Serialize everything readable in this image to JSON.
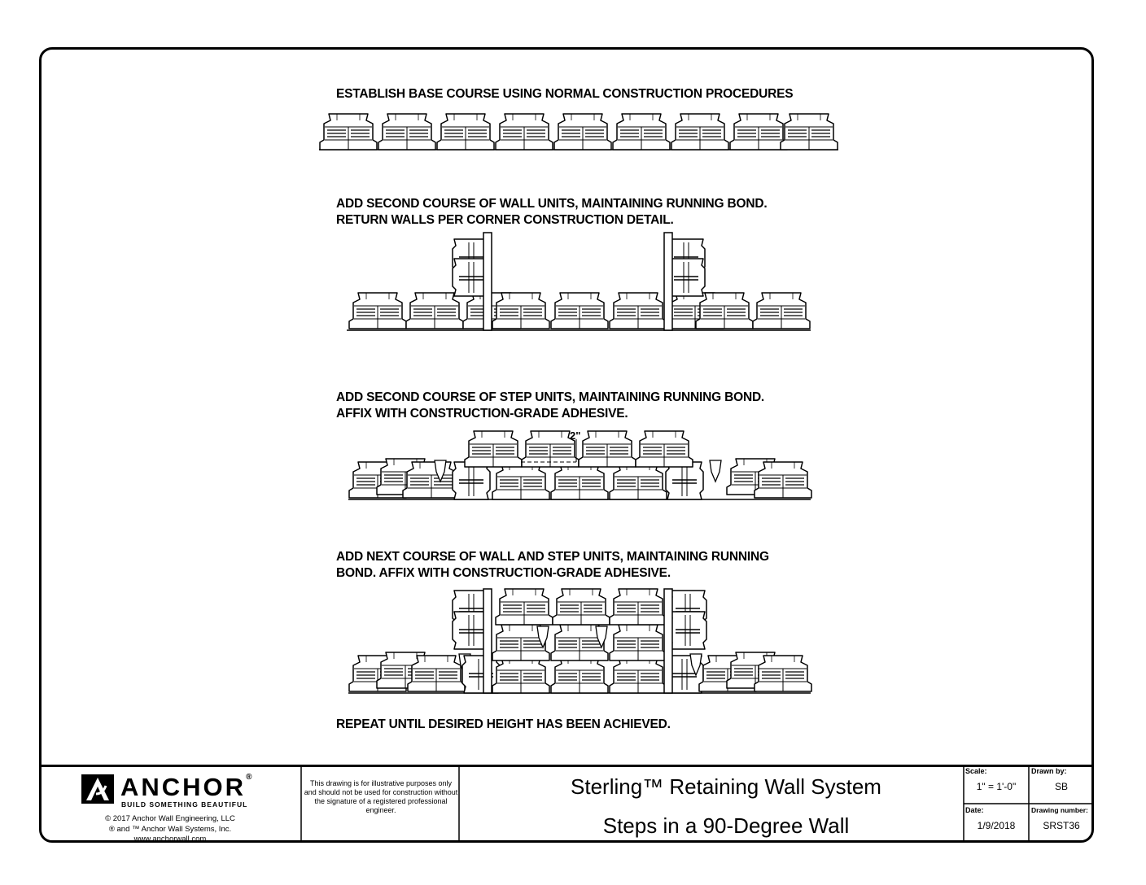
{
  "steps": [
    {
      "lines": [
        "ESTABLISH BASE COURSE USING NORMAL CONSTRUCTION PROCEDURES"
      ]
    },
    {
      "lines": [
        "ADD SECOND COURSE OF WALL UNITS, MAINTAINING RUNNING BOND.",
        "RETURN WALLS PER CORNER CONSTRUCTION DETAIL."
      ]
    },
    {
      "lines": [
        "ADD SECOND COURSE OF STEP UNITS, MAINTAINING RUNNING BOND.",
        "AFFIX WITH CONSTRUCTION-GRADE ADHESIVE."
      ]
    },
    {
      "lines": [
        "ADD NEXT COURSE OF WALL AND STEP UNITS, MAINTAINING RUNNING",
        "BOND. AFFIX WITH CONSTRUCTION-GRADE ADHESIVE."
      ]
    },
    {
      "lines": [
        "REPEAT UNTIL DESIRED HEIGHT HAS BEEN ACHIEVED."
      ]
    }
  ],
  "dimension_label": "2\"",
  "title_block": {
    "logo_word": "ANCHOR",
    "logo_registered": "®",
    "logo_tagline": "BUILD SOMETHING BEAUTIFUL",
    "copyright_lines": [
      "© 2017 Anchor Wall Engineering, LLC",
      "® and ™ Anchor Wall Systems, Inc.",
      "www.anchorwall.com"
    ],
    "disclaimer": "This drawing is for illustrative purposes only and should not be used for construction without the signature of a registered professional engineer.",
    "title_line_1": "Sterling™ Retaining Wall System",
    "title_line_2": "Steps in a 90-Degree Wall",
    "scale_label": "Scale:",
    "scale_value": "1\" = 1'-0\"",
    "drawn_by_label": "Drawn by:",
    "drawn_by_value": "SB",
    "date_label": "Date:",
    "date_value": "1/9/2018",
    "drawing_number_label": "Drawing number:",
    "drawing_number_value": "SRST36"
  }
}
